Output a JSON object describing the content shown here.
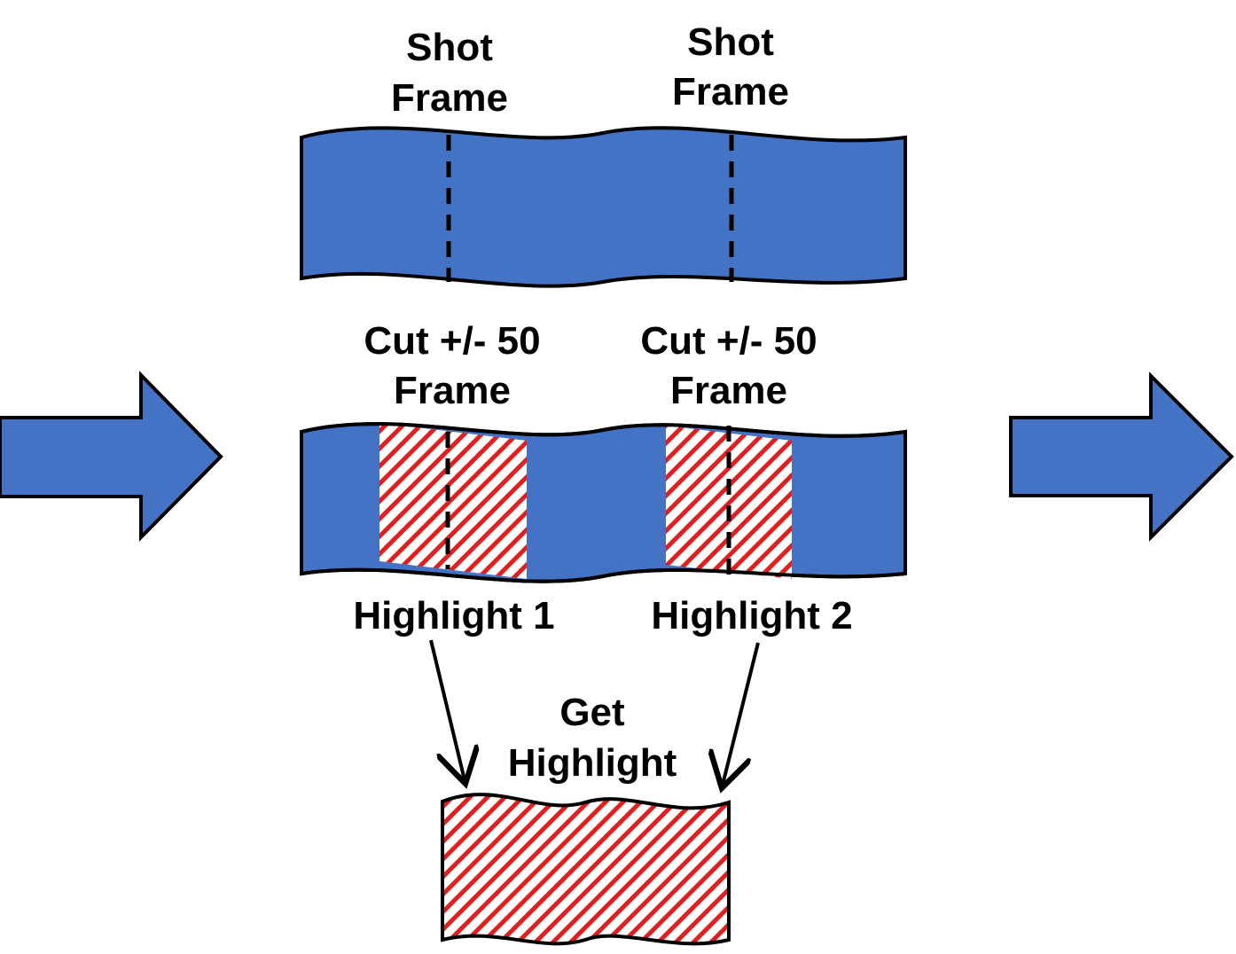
{
  "colors": {
    "film": "#4472C4",
    "hatch": "#E02020",
    "stroke": "#000000",
    "background": "#FFFFFF"
  },
  "top_strip": {
    "label_left": {
      "line1": "Shot",
      "line2": "Frame"
    },
    "label_right": {
      "line1": "Shot",
      "line2": "Frame"
    }
  },
  "middle_strip": {
    "cut_left": {
      "line1": "Cut +/- 50",
      "line2": "Frame"
    },
    "cut_right": {
      "line1": "Cut +/- 50",
      "line2": "Frame"
    },
    "highlight_1": "Highlight 1",
    "highlight_2": "Highlight 2"
  },
  "result": {
    "line1": "Get",
    "line2": "Highlight"
  },
  "icons": {
    "left_arrow": "block-arrow-right-icon",
    "right_arrow": "block-arrow-right-icon"
  }
}
